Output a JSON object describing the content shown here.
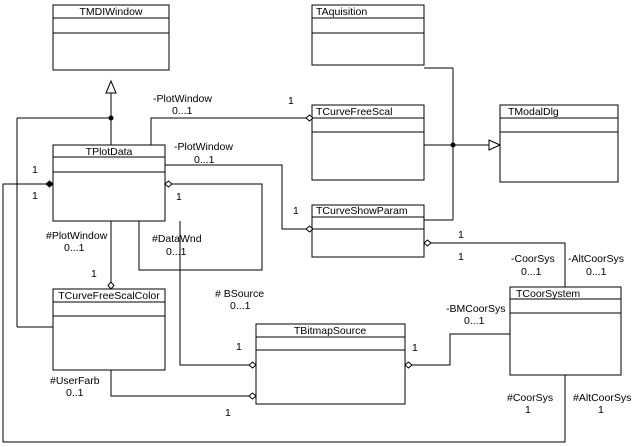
{
  "classes": {
    "tmdiwindow": "TMDIWindow",
    "taquisition": "TAquisition",
    "tplotdata": "TPlotData",
    "tcurvefreescal": "TCurveFreeScal",
    "tmodaldlg": "TModalDlg",
    "tcurveshowparam": "TCurveShowParam",
    "tcurvefreescalcolor": "TCurveFreeScalColor",
    "tcoorsystem": "TCoorSystem",
    "tbitmapsource": "TBitmapSource"
  },
  "labels": {
    "plotwindow_role_1": "-PlotWindow",
    "plotwindow_mult_1": "0...1",
    "plotwindow_one_1": "1",
    "plotwindow_role_2": "-PlotWindow",
    "plotwindow_mult_2": "0...1",
    "plotdata_left_one_a": "1",
    "plotdata_left_one_b": "1",
    "plotdata_right_one": "1",
    "showparam_one": "1",
    "hash_plotwindow_role": "#PlotWindow",
    "hash_plotwindow_mult": "0...1",
    "freescalcolor_one": "1",
    "datawnd_role": "#DataWnd",
    "datawnd_mult": "0...1",
    "bsource_role": "# BSource",
    "bsource_mult": "0...1",
    "bitmap_left_one": "1",
    "bitmap_right_one": "1",
    "userfarb_role": "#UserFarb",
    "userfarb_mult": "0..1",
    "bottom_one": "1",
    "showparam_right_one_a": "1",
    "showparam_right_one_b": "1",
    "coorsys_role": "-CoorSys",
    "coorsys_mult": "0...1",
    "altcoorsys_role": "-AltCoorSys",
    "altcoorsys_mult": "0...1",
    "bmcoorsys_role": "-BMCoorSys",
    "bmcoorsys_mult": "0...1",
    "hash_coorsys_role": "#CoorSys",
    "hash_coorsys_mult": "1",
    "hash_altcoorsys_role": "#AltCoorSys",
    "hash_altcoorsys_mult": "1"
  }
}
